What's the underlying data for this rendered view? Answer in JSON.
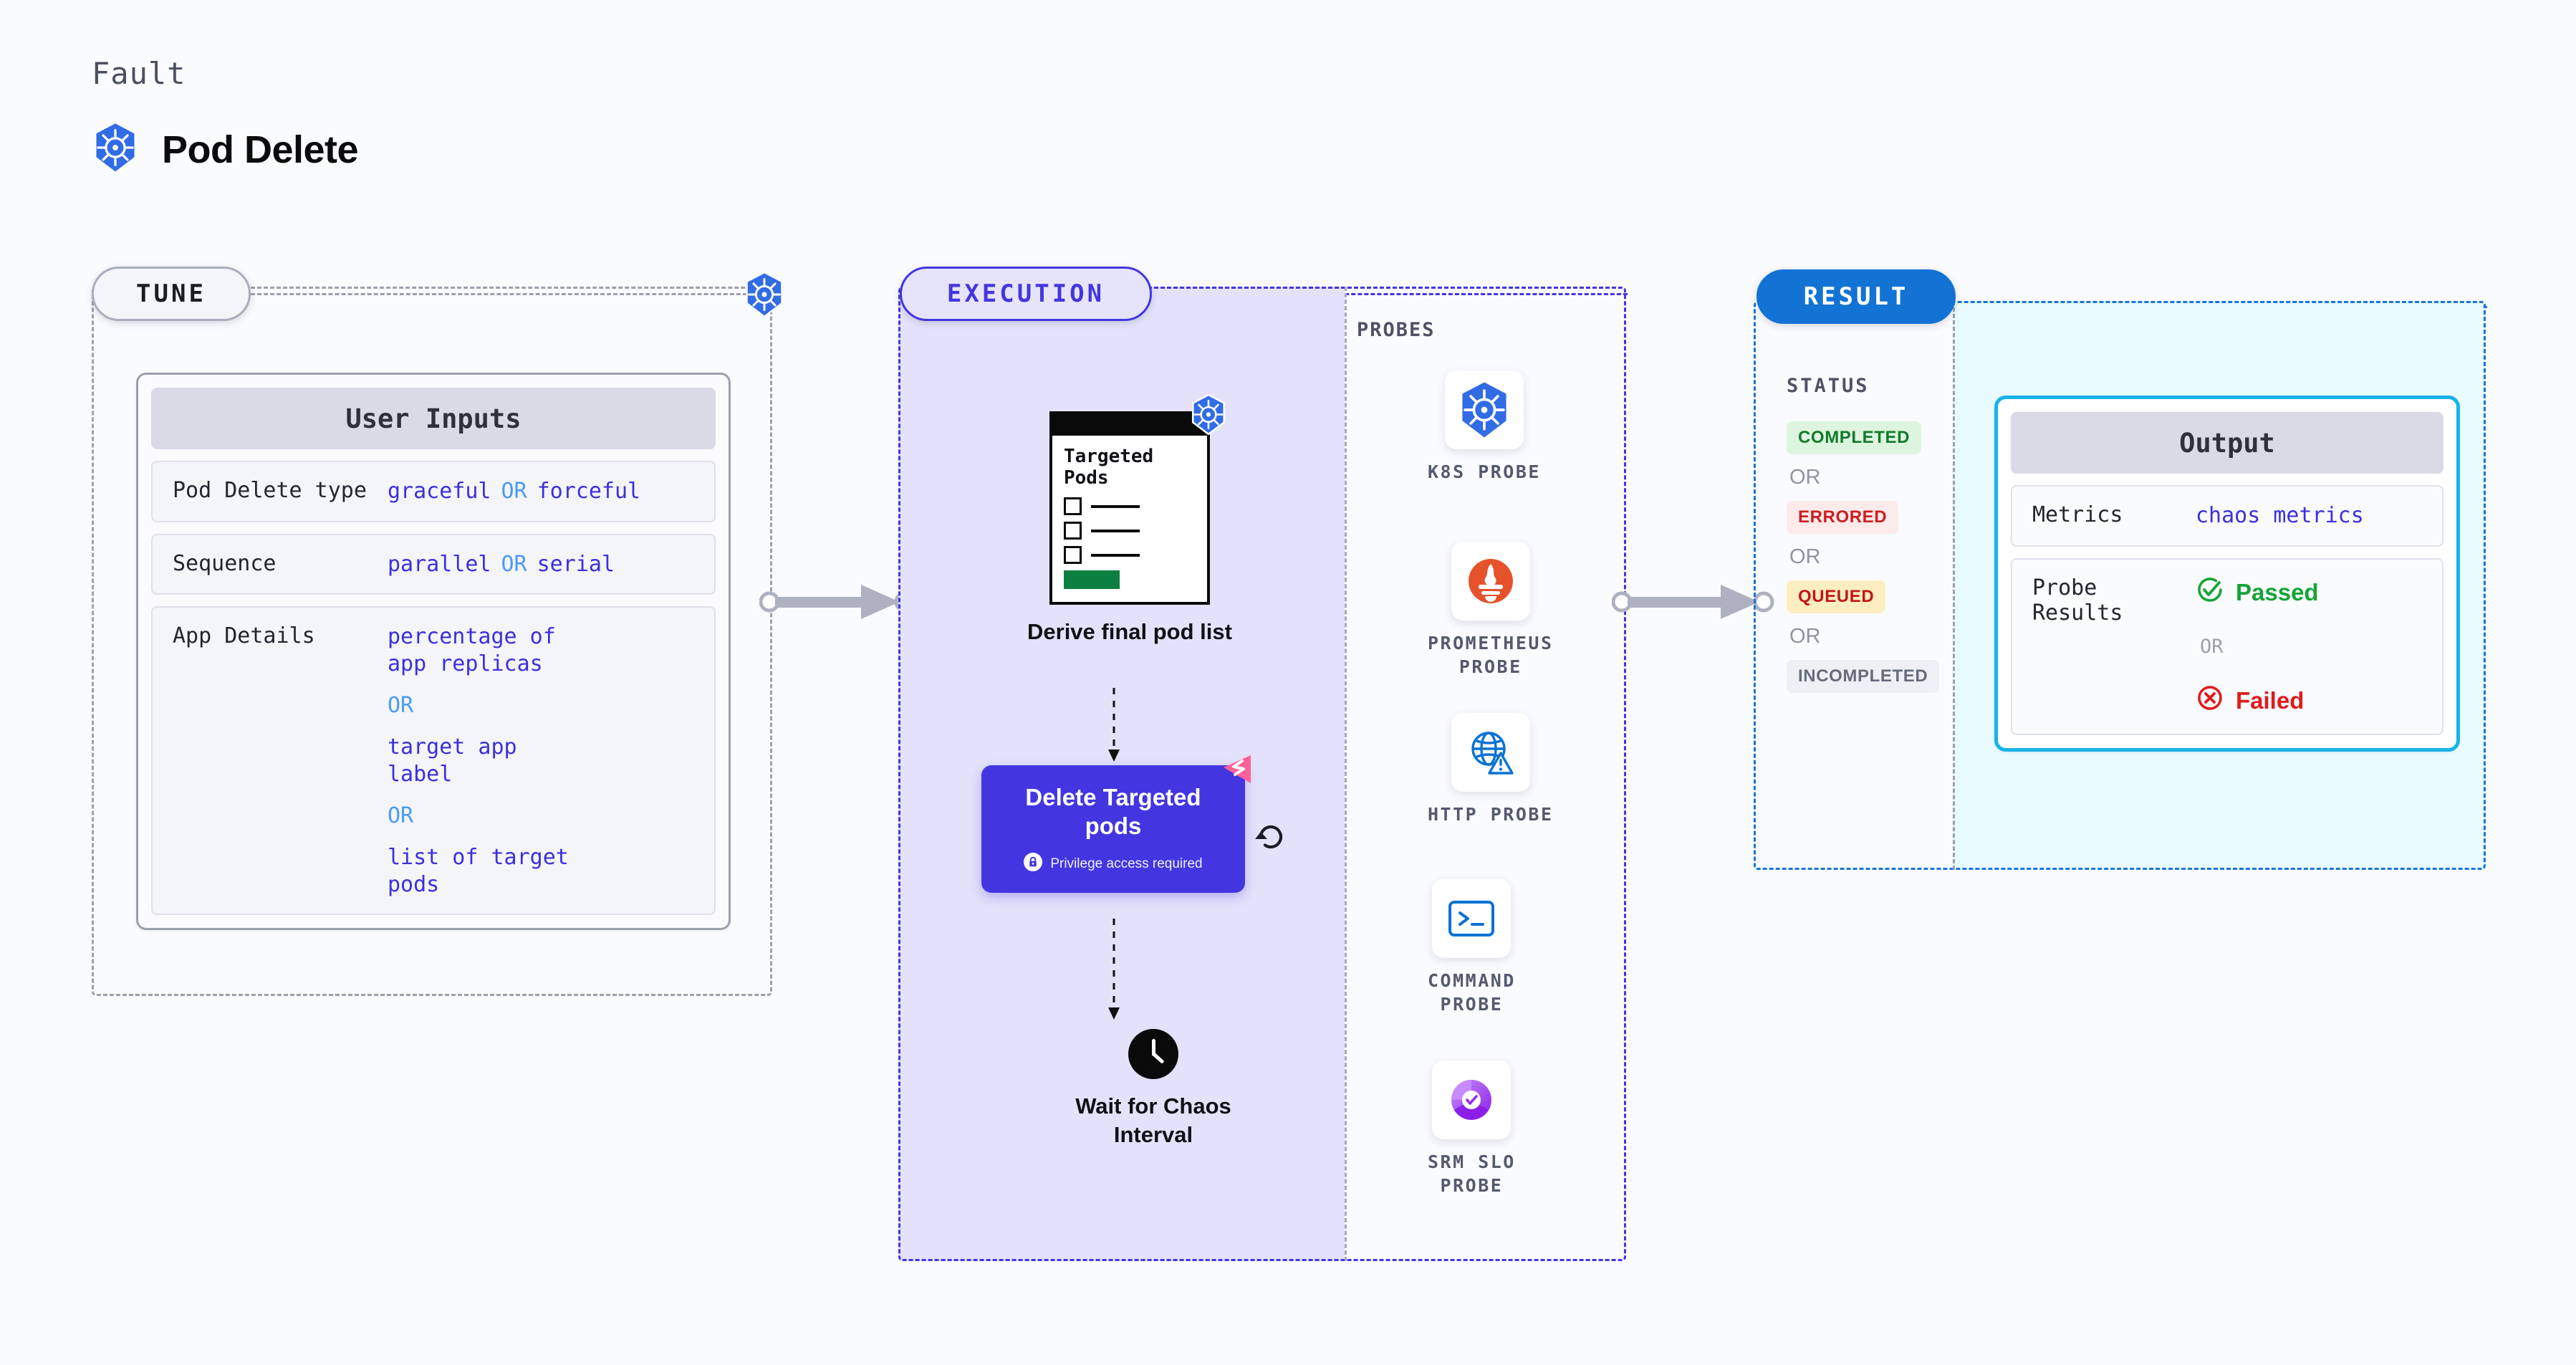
{
  "header": {
    "eyebrow": "Fault",
    "title": "Pod Delete",
    "icon": "kubernetes-icon"
  },
  "tune": {
    "pill_label": "TUNE",
    "corner_icon": "kubernetes-icon",
    "card": {
      "title": "User Inputs",
      "rows": [
        {
          "key": "Pod Delete type",
          "layout": "inline",
          "values": [
            "graceful",
            "forceful"
          ],
          "separator": "OR"
        },
        {
          "key": "Sequence",
          "layout": "inline",
          "values": [
            "parallel",
            "serial"
          ],
          "separator": "OR"
        },
        {
          "key": "App Details",
          "layout": "stacked",
          "values": [
            "percentage of app replicas",
            "target app label",
            "list of target pods"
          ],
          "separator": "OR"
        }
      ]
    }
  },
  "execution": {
    "pill_label": "EXECUTION",
    "nodes": [
      {
        "id": "derive",
        "caption": "Derive final pod list",
        "card_title": "Targeted\nPods",
        "checklist_count": 3,
        "badge_icon": "kubernetes-icon"
      },
      {
        "id": "delete",
        "title": "Delete Targeted pods",
        "note": "Privilege access required",
        "note_icon": "lock-icon",
        "corner_icon": "litmus-logo-icon",
        "side_icon": "loop-icon",
        "color": "#4336e0"
      },
      {
        "id": "wait",
        "caption": "Wait for Chaos Interval",
        "icon": "clock-icon"
      }
    ]
  },
  "probes": {
    "label": "PROBES",
    "items": [
      {
        "name": "K8S PROBE",
        "icon": "kubernetes-icon"
      },
      {
        "name": "PROMETHEUS\nPROBE",
        "icon": "prometheus-icon"
      },
      {
        "name": "HTTP PROBE",
        "icon": "globe-warning-icon"
      },
      {
        "name": "COMMAND\nPROBE",
        "icon": "terminal-icon"
      },
      {
        "name": "SRM SLO\nPROBE",
        "icon": "srm-slo-icon"
      }
    ]
  },
  "result": {
    "pill_label": "RESULT",
    "status_label": "STATUS",
    "separator": "OR",
    "statuses": [
      {
        "label": "COMPLETED",
        "fg": "#127a2a",
        "bg": "#ddf5df"
      },
      {
        "label": "ERRORED",
        "fg": "#cc1f1f",
        "bg": "#fdeaea"
      },
      {
        "label": "QUEUED",
        "fg": "#c21616",
        "bg": "#fdeec2"
      },
      {
        "label": "INCOMPLETED",
        "fg": "#666b7d",
        "bg": "#eff0f5"
      }
    ],
    "output_card": {
      "title": "Output",
      "metrics_key": "Metrics",
      "metrics_value": "chaos metrics",
      "probe_results_key": "Probe\nResults",
      "passed_label": "Passed",
      "failed_label": "Failed",
      "separator": "OR"
    }
  },
  "colors": {
    "accent_purple": "#4336e0",
    "accent_blue": "#1273d4",
    "accent_cyan": "#17b3e8",
    "k8s_blue": "#326ce5",
    "litmus_pink": "#ff6198",
    "pass_green": "#15a436",
    "fail_red": "#e01b1b"
  }
}
